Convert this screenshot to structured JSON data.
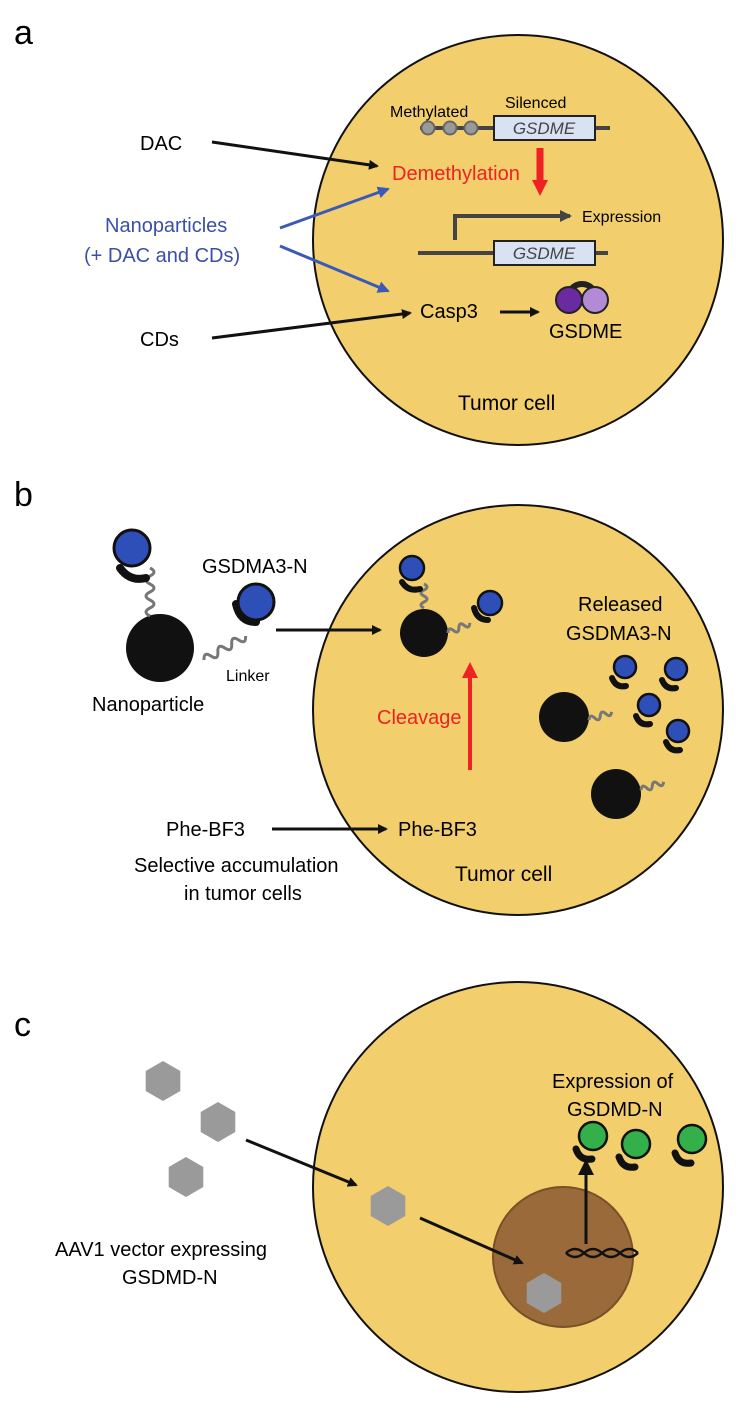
{
  "panels": {
    "a": {
      "letter": "a",
      "cell_label": "Tumor cell",
      "dac": "DAC",
      "nanoparticles_line1": "Nanoparticles",
      "nanoparticles_line2": "(+ DAC and CDs)",
      "cds": "CDs",
      "methylated": "Methylated",
      "silenced": "Silenced",
      "gene_top": "GSDME",
      "demethylation": "Demethylation",
      "expression": "Expression",
      "gene_bottom": "GSDME",
      "casp3": "Casp3",
      "gsdme_protein": "GSDME"
    },
    "b": {
      "letter": "b",
      "cell_label": "Tumor cell",
      "gsdma3n": "GSDMA3-N",
      "linker": "Linker",
      "nanoparticle": "Nanoparticle",
      "released_line1": "Released",
      "released_line2": "GSDMA3-N",
      "cleavage": "Cleavage",
      "phe_bf3_outside": "Phe-BF3",
      "phe_bf3_inside": "Phe-BF3",
      "selective_line1": "Selective accumulation",
      "selective_line2": "in tumor cells"
    },
    "c": {
      "letter": "c",
      "expression_line1": "Expression of",
      "expression_line2": "GSDMD-N",
      "aav_line1": "AAV1 vector expressing",
      "aav_line2": "GSDMD-N"
    }
  },
  "colors": {
    "cell_fill": "#f2cf6c",
    "cell_stroke": "#111111",
    "nucleus_fill": "#9a6a3a",
    "blue_protein": "#2f4fb8",
    "green_protein": "#33b04a",
    "red_text": "#ee2222",
    "blue_text": "#3a4fa8",
    "purple_dark": "#6a2aa0",
    "purple_light": "#b28ad6",
    "gene_box_fill": "#d8e2f2",
    "hexagon_fill": "#9a9a9a"
  },
  "icons": [
    "hexagon-icon",
    "protein-icon",
    "nanoparticle-icon",
    "dna-icon"
  ]
}
